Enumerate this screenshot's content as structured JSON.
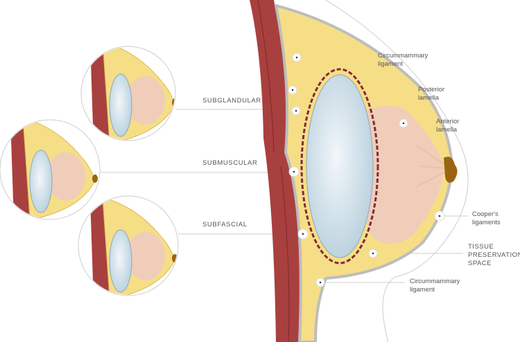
{
  "placements": {
    "subglandular": "SUBGLANDULAR",
    "submuscular": "SUBMUSCULAR",
    "subfascial": "SUBFASCIAL"
  },
  "annotations": {
    "circummammary_top": [
      "Circummammary",
      "ligament"
    ],
    "posterior_lamella": [
      "Posterior",
      "lamella"
    ],
    "anterior_lamella": [
      "Anterior",
      "lamella"
    ],
    "coopers_ligaments": [
      "Cooper's",
      "ligaments"
    ],
    "tissue_preservation_space": [
      "TISSUE",
      "PRESERVATION",
      "SPACE"
    ],
    "circummammary_bottom": [
      "Circummammary",
      "ligament"
    ]
  },
  "colors": {
    "muscle": "#a8403f",
    "fat": "#f6de86",
    "gland": "#f0cdb8",
    "implant": "#c9dbe6",
    "nipple": "#9b6411",
    "line": "#bbbbbb"
  }
}
